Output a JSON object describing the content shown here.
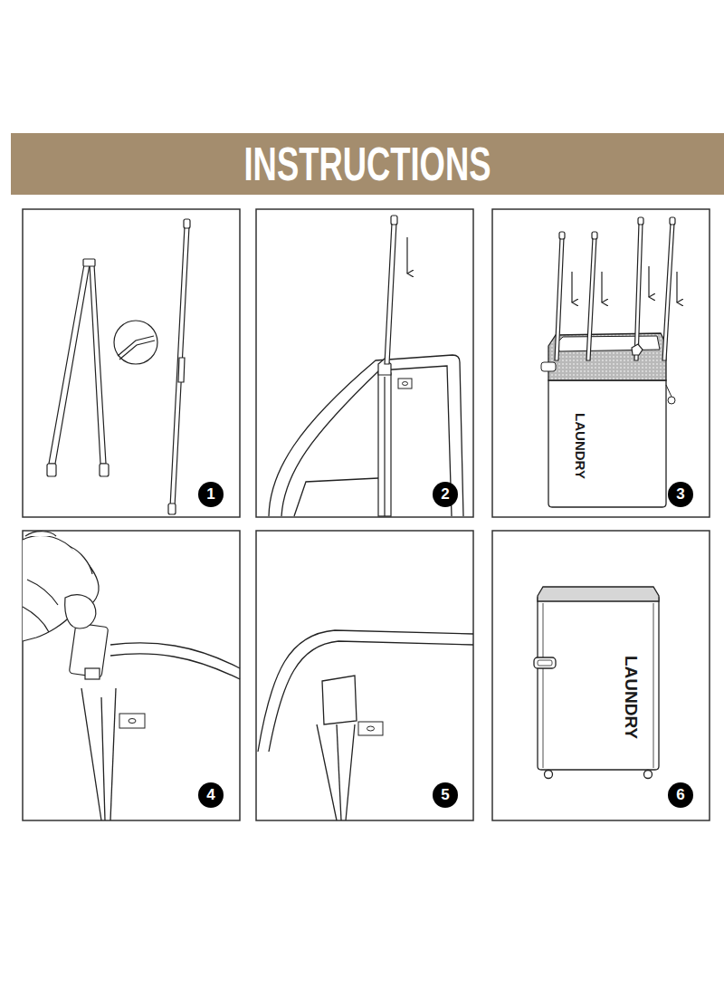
{
  "diagram": {
    "title": "INSTRUCTIONS",
    "labels": [
      "1",
      "2",
      "LAUNDRY",
      "3",
      "4",
      "5",
      "LAUNDRY",
      "6"
    ]
  }
}
